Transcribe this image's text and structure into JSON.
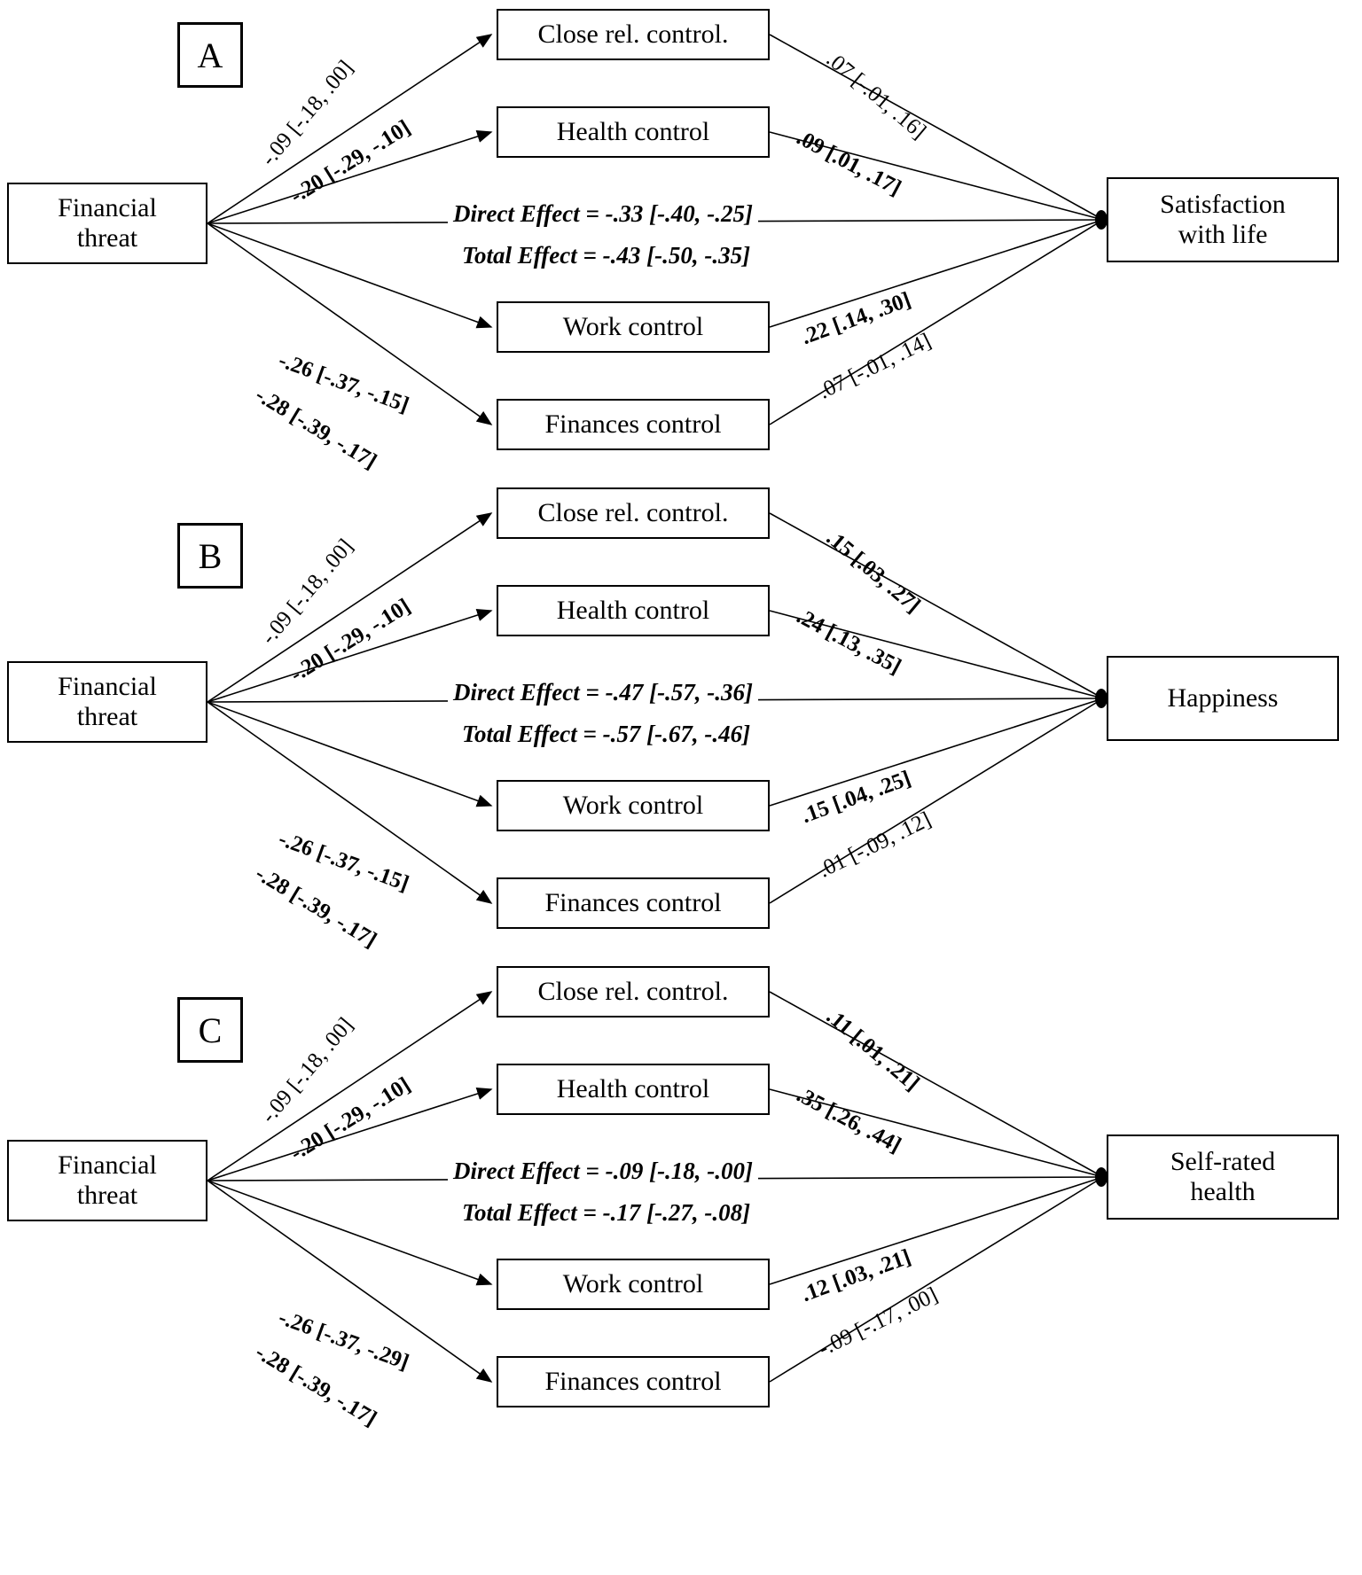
{
  "figure": {
    "type": "mediation-path-diagram",
    "panels": [
      {
        "letter": "A",
        "predictor": "Financial\nthreat",
        "outcome": "Satisfaction\nwith life",
        "mediators": [
          {
            "label": "Close rel. control."
          },
          {
            "label": "Health control"
          },
          {
            "label": "Work control"
          },
          {
            "label": "Finances control"
          }
        ],
        "a_paths": [
          {
            "text": "-.09 [-.18, .00]",
            "bold": false
          },
          {
            "text": "-.20 [-.29, -.10]",
            "bold": true
          },
          {
            "text": "-.26 [-.37, -.15]",
            "bold": true
          },
          {
            "text": "-.28 [-.39, -.17]",
            "bold": true
          }
        ],
        "b_paths": [
          {
            "text": ".07 [-.01, .16]",
            "bold": false
          },
          {
            "text": ".09 [.01, .17]",
            "bold": true
          },
          {
            "text": ".22 [.14, .30]",
            "bold": true
          },
          {
            "text": ".07 [-.01, .14]",
            "bold": false
          }
        ],
        "direct_effect": "Direct Effect = -.33 [-.40, -.25]",
        "total_effect": "Total Effect = -.43 [-.50, -.35]"
      },
      {
        "letter": "B",
        "predictor": "Financial\nthreat",
        "outcome": "Happiness",
        "mediators": [
          {
            "label": "Close rel. control."
          },
          {
            "label": "Health control"
          },
          {
            "label": "Work control"
          },
          {
            "label": "Finances control"
          }
        ],
        "a_paths": [
          {
            "text": "-.09 [-.18, .00]",
            "bold": false
          },
          {
            "text": "-.20 [-.29, -.10]",
            "bold": true
          },
          {
            "text": "-.26 [-.37, -.15]",
            "bold": true
          },
          {
            "text": "-.28 [-.39, -.17]",
            "bold": true
          }
        ],
        "b_paths": [
          {
            "text": ".15 [.03, .27]",
            "bold": true
          },
          {
            "text": ".24 [.13, .35]",
            "bold": true
          },
          {
            "text": ".15 [.04, .25]",
            "bold": true
          },
          {
            "text": ".01 [-.09, .12]",
            "bold": false
          }
        ],
        "direct_effect": "Direct Effect = -.47 [-.57, -.36]",
        "total_effect": "Total Effect = -.57 [-.67, -.46]"
      },
      {
        "letter": "C",
        "predictor": "Financial\nthreat",
        "outcome": "Self-rated\nhealth",
        "mediators": [
          {
            "label": "Close rel. control."
          },
          {
            "label": "Health control"
          },
          {
            "label": "Work control"
          },
          {
            "label": "Finances control"
          }
        ],
        "a_paths": [
          {
            "text": "-.09 [-.18, .00]",
            "bold": false
          },
          {
            "text": "-.20 [-.29, -.10]",
            "bold": true
          },
          {
            "text": "-.26 [-.37, -.29]",
            "bold": true
          },
          {
            "text": "-.28 [-.39, -.17]",
            "bold": true
          }
        ],
        "b_paths": [
          {
            "text": ".11 [.01, .21]",
            "bold": true
          },
          {
            "text": ".35 [.26, .44]",
            "bold": true
          },
          {
            "text": ".12 [.03, .21]",
            "bold": true
          },
          {
            "text": "-.09 [-.17, .00]",
            "bold": false
          }
        ],
        "direct_effect": "Direct Effect = -.09 [-.18, -.00]",
        "total_effect": "Total Effect = -.17 [-.27, -.08]"
      }
    ],
    "predictor_line1": "Financial",
    "predictor_line2": "threat",
    "outcomeA_line1": "Satisfaction",
    "outcomeA_line2": "with life",
    "outcomeB_line1": "Happiness",
    "outcomeC_line1": "Self-rated",
    "outcomeC_line2": "health"
  }
}
